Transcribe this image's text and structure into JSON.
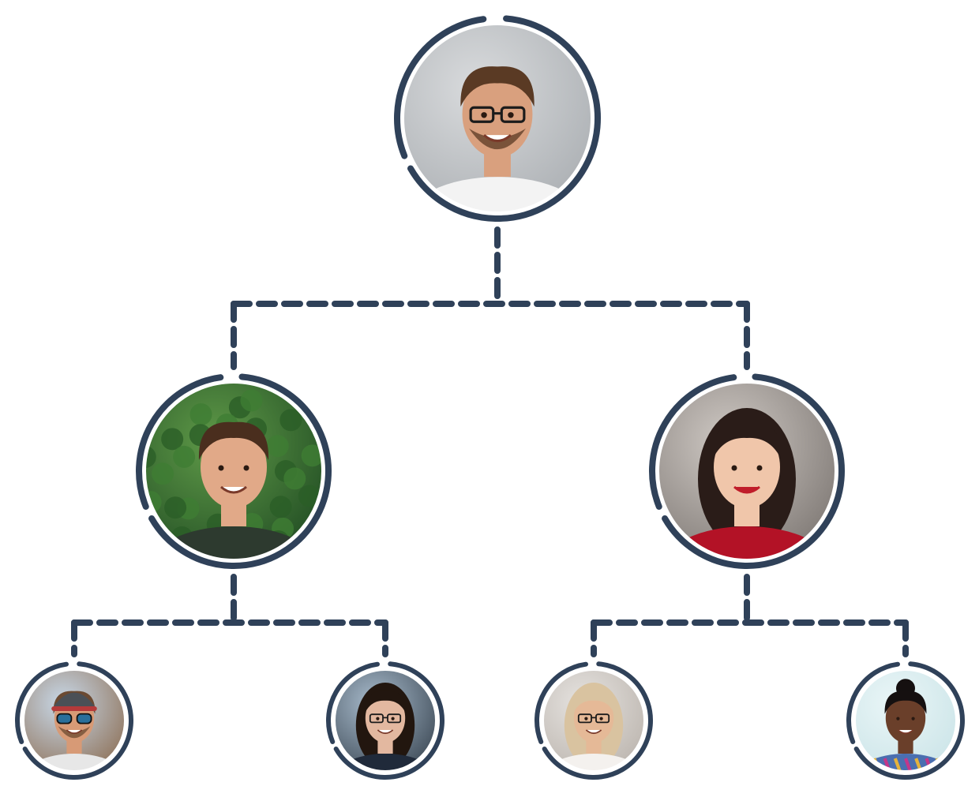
{
  "colors": {
    "line": "#2f4159",
    "background": "#ffffff"
  },
  "org_chart": {
    "root": {
      "id": "person-1",
      "photo": "man-with-glasses-gray-background",
      "children": [
        {
          "id": "person-2",
          "photo": "smiling-man-green-leaves",
          "children": [
            {
              "id": "person-4",
              "photo": "man-cap-sunglasses-mountains",
              "children": []
            },
            {
              "id": "person-5",
              "photo": "woman-glasses-dark-hair",
              "children": []
            }
          ]
        },
        {
          "id": "person-3",
          "photo": "laughing-woman-red-top",
          "children": [
            {
              "id": "person-6",
              "photo": "woman-glasses-blonde-hair",
              "children": []
            },
            {
              "id": "person-7",
              "photo": "woman-hair-bun-colorful-top",
              "children": []
            }
          ]
        }
      ]
    }
  }
}
